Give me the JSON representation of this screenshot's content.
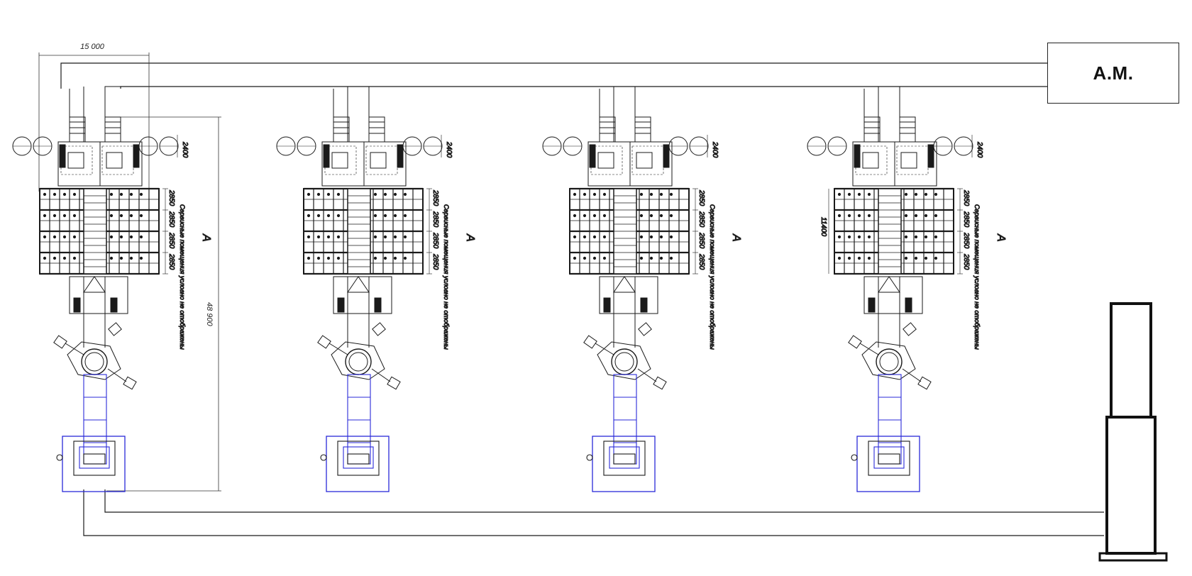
{
  "title_block": {
    "label": "А.М."
  },
  "overall_dimensions": {
    "width": "15 000",
    "length": "48 900"
  },
  "units": [
    {
      "id": "unit-1",
      "section_mark": "A",
      "spacing_top": "2400",
      "row_spacing": [
        "2850",
        "2850",
        "2850",
        "2850"
      ],
      "side_note": "Сервисные помещения условно не отображены",
      "extra_dim": ""
    },
    {
      "id": "unit-2",
      "section_mark": "A",
      "spacing_top": "2400",
      "row_spacing": [
        "2850",
        "2850",
        "2850",
        "2850"
      ],
      "side_note": "Сервисные помещения условно не отображены",
      "extra_dim": ""
    },
    {
      "id": "unit-3",
      "section_mark": "A",
      "spacing_top": "2400",
      "row_spacing": [
        "2850",
        "2850",
        "2850",
        "2850"
      ],
      "side_note": "Сервисные помещения условно не отображены",
      "extra_dim": ""
    },
    {
      "id": "unit-4",
      "section_mark": "A",
      "spacing_top": "2400",
      "row_spacing": [
        "2850",
        "2850",
        "2850",
        "2850"
      ],
      "side_note": "Сервисные помещения условно не отображены",
      "extra_dim": "11400"
    }
  ],
  "colors": {
    "line": "#1a1a1a",
    "accent_blue": "#2a2ad8",
    "background": "#ffffff"
  }
}
